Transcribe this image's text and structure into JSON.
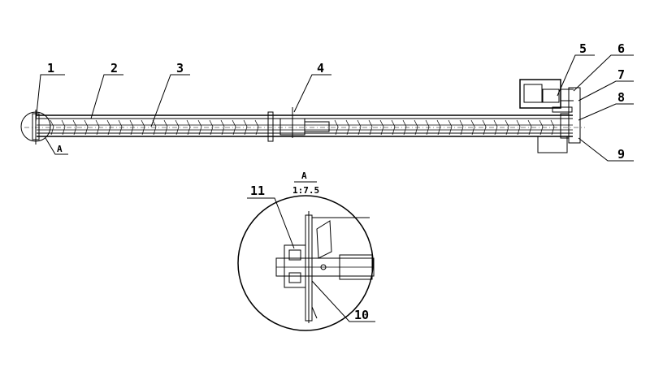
{
  "callouts": [
    "1",
    "2",
    "3",
    "4",
    "5",
    "6",
    "7",
    "8",
    "9",
    "10",
    "11"
  ],
  "section_marker": "A",
  "detail_view": {
    "label": "A",
    "scale": "1:7.5"
  }
}
